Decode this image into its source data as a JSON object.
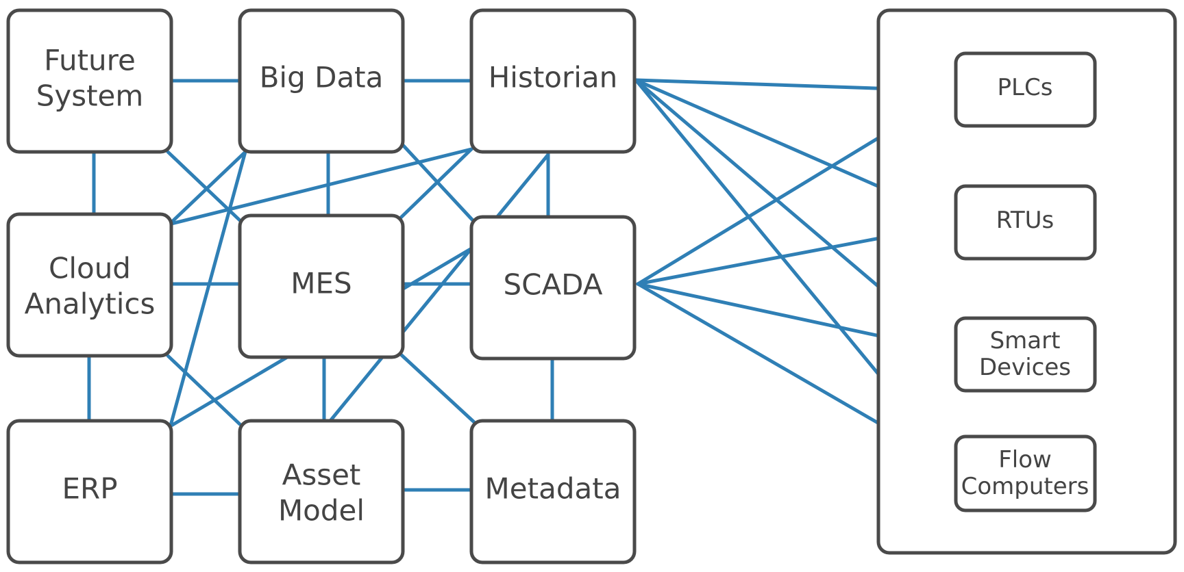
{
  "nodes": {
    "future_system": {
      "lines": [
        "Future",
        "System"
      ]
    },
    "big_data": {
      "lines": [
        "Big Data"
      ]
    },
    "historian": {
      "lines": [
        "Historian"
      ]
    },
    "cloud_analytics": {
      "lines": [
        "Cloud",
        "Analytics"
      ]
    },
    "mes": {
      "lines": [
        "MES"
      ]
    },
    "scada": {
      "lines": [
        "SCADA"
      ]
    },
    "erp": {
      "lines": [
        "ERP"
      ]
    },
    "asset_model": {
      "lines": [
        "Asset",
        "Model"
      ]
    },
    "metadata": {
      "lines": [
        "Metadata"
      ]
    },
    "plcs": {
      "lines": [
        "PLCs"
      ]
    },
    "rtus": {
      "lines": [
        "RTUs"
      ]
    },
    "smart_devices": {
      "lines": [
        "Smart",
        "Devices"
      ]
    },
    "flow_computers": {
      "lines": [
        "Flow",
        "Computers"
      ]
    }
  },
  "colors": {
    "connector": "#2f7fb5",
    "border": "#4a4a4a",
    "text": "#444444"
  }
}
